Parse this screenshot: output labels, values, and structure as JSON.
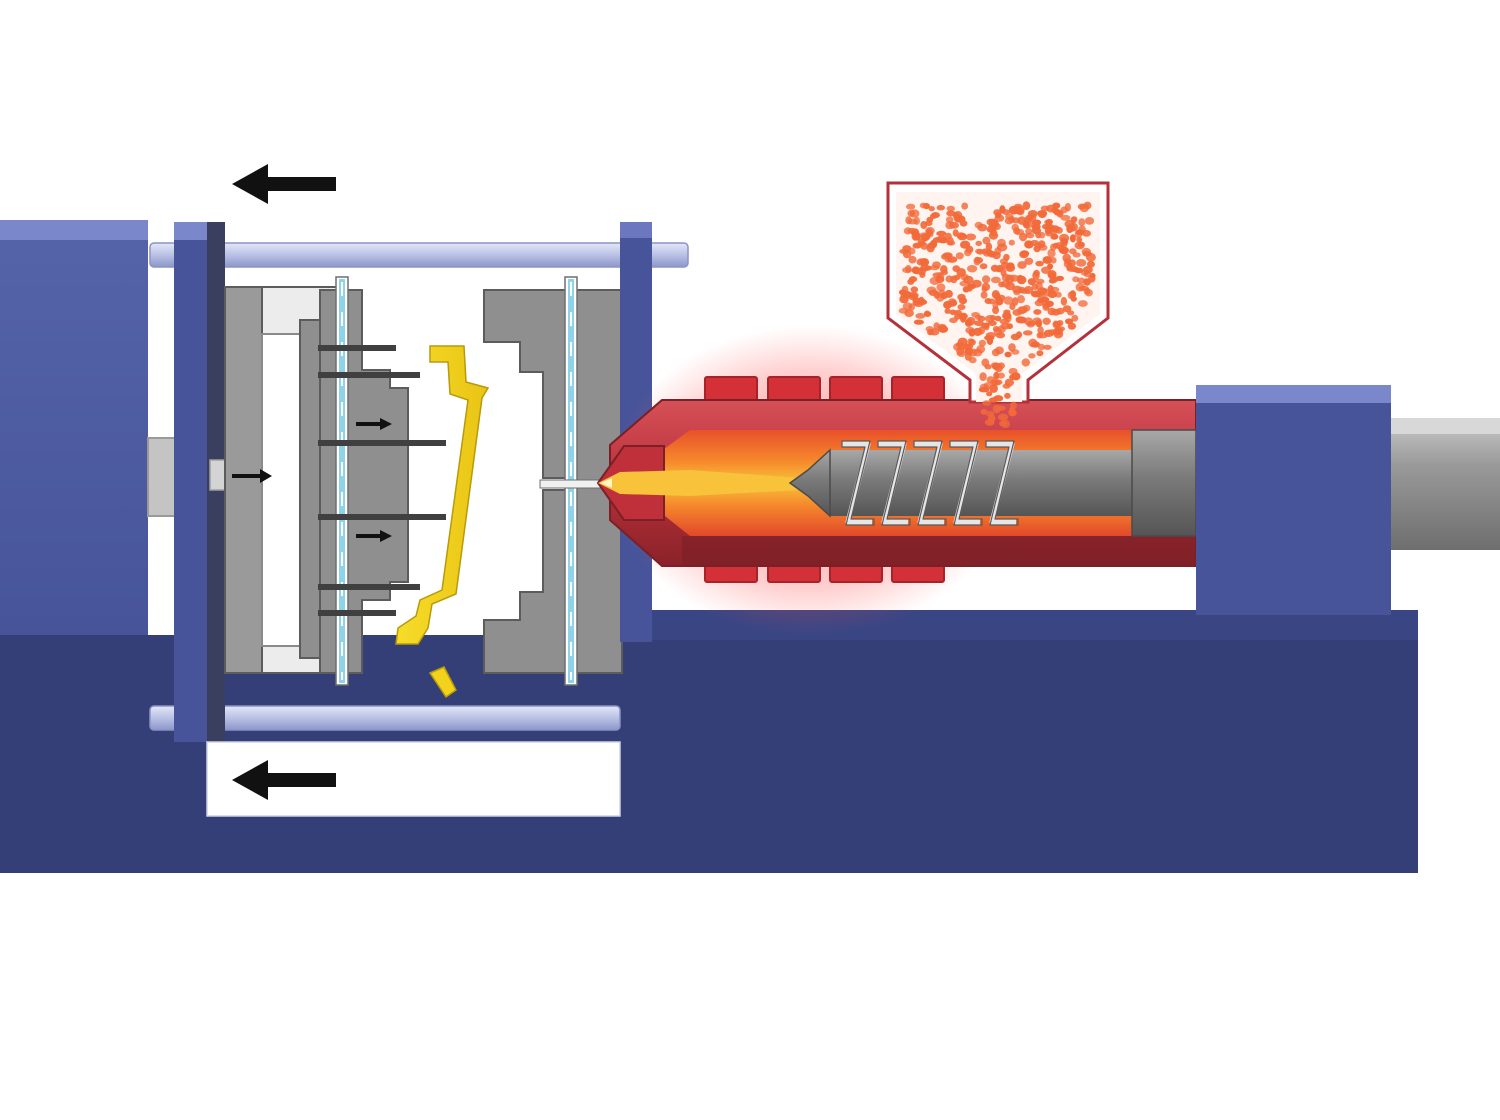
{
  "colors": {
    "machine_blue_dark": "#343f78",
    "machine_blue": "#47549a",
    "machine_blue_light": "#6b78c0",
    "tie_bar": "#bcc4e8",
    "mold_gray": "#8f8f8f",
    "mold_gray_dark": "#5c5c5c",
    "cooling_channel": "#8fd3e8",
    "molded_part": "#f2d21a",
    "barrel_red": "#c0303a",
    "barrel_dark_red": "#7a2026",
    "melt_orange": "#f06a2a",
    "melt_yellow": "#f7b531",
    "heater_band": "#d43038",
    "pellets": "#f26a3a",
    "screw_gray": "#7b7b7b",
    "arrow_black": "#111111"
  },
  "diagram": {
    "subject": "injection-molding-machine",
    "parts": [
      "clamping-unit",
      "moving-platen",
      "tie-bars",
      "ejector-plate",
      "ejector-pins",
      "movable-mold-half",
      "molded-part",
      "fixed-mold-half",
      "stationary-platen",
      "nozzle",
      "barrel",
      "heater-bands",
      "reciprocating-screw",
      "hopper",
      "plastic-pellets",
      "injection-unit-drive",
      "machine-base"
    ],
    "motion_arrows": {
      "top": "left",
      "bottom": "left",
      "ejector_rod": "right",
      "ejector_pins": "right"
    }
  }
}
